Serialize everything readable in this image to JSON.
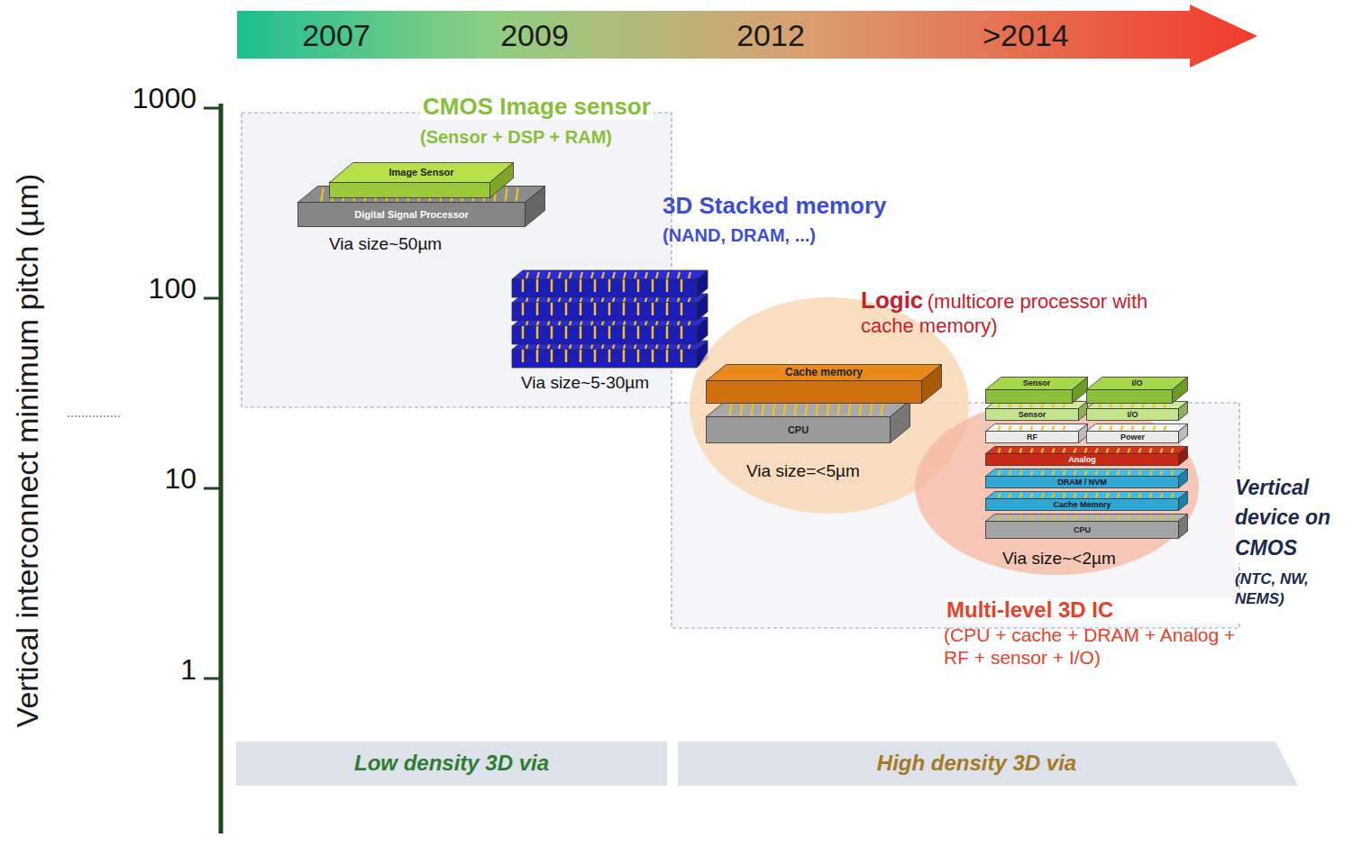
{
  "diagram": {
    "nodes": [
      {
        "text": [
          "2007",
          "2009",
          "2012",
          ">2014"
        ]
      },
      {
        "text": [
          "CMOS Image sensor",
          "(Sensor + DSP + RAM)"
        ]
      },
      {
        "text": [
          "Image Sensor"
        ],
        "in": 1
      },
      {
        "text": [
          "Digital Signal Processor"
        ],
        "in": 1
      },
      {
        "text": [
          "Logic",
          "(multicore processor with cache memory)"
        ]
      },
      {
        "text": [
          "Cache memory"
        ],
        "in": 4
      },
      {
        "text": [
          "CPU"
        ],
        "in": 4
      },
      {
        "text": [
          "Multi-level 3D IC",
          "(CPU + cache + DRAM + Analog + RF + sensor + I/O)"
        ]
      },
      {
        "text": [
          "Sensor"
        ],
        "in": 7
      },
      {
        "text": [
          "I/O"
        ],
        "in": 7
      },
      {
        "text": [
          "Sensor"
        ],
        "in": 7
      },
      {
        "text": [
          "I/O"
        ],
        "in": 7
      },
      {
        "text": [
          "RF"
        ],
        "in": 7
      },
      {
        "text": [
          "Power"
        ],
        "in": 7
      },
      {
        "text": [
          "Analog"
        ],
        "in": 7
      },
      {
        "text": [
          "DRAM / NVM"
        ],
        "in": 7
      },
      {
        "text": [
          "Cache Memory"
        ],
        "in": 7
      },
      {
        "text": [
          "CPU"
        ],
        "in": 7
      },
      {
        "text": [
          "Low density 3D via"
        ]
      },
      {
        "text": [
          "High density 3D via"
        ]
      }
    ],
    "labels": [
      "Vertical interconnect minimum pitch (µm)",
      "1000",
      "100",
      "10",
      "1",
      "Via size~50µm",
      "3D Stacked memory",
      "(NAND, DRAM, ...)",
      "Via size~5-30µm",
      "Via size=<5µm",
      "Via size~<2µm",
      "Vertical device on CMOS",
      "(NTC, NW, NEMS)"
    ]
  }
}
